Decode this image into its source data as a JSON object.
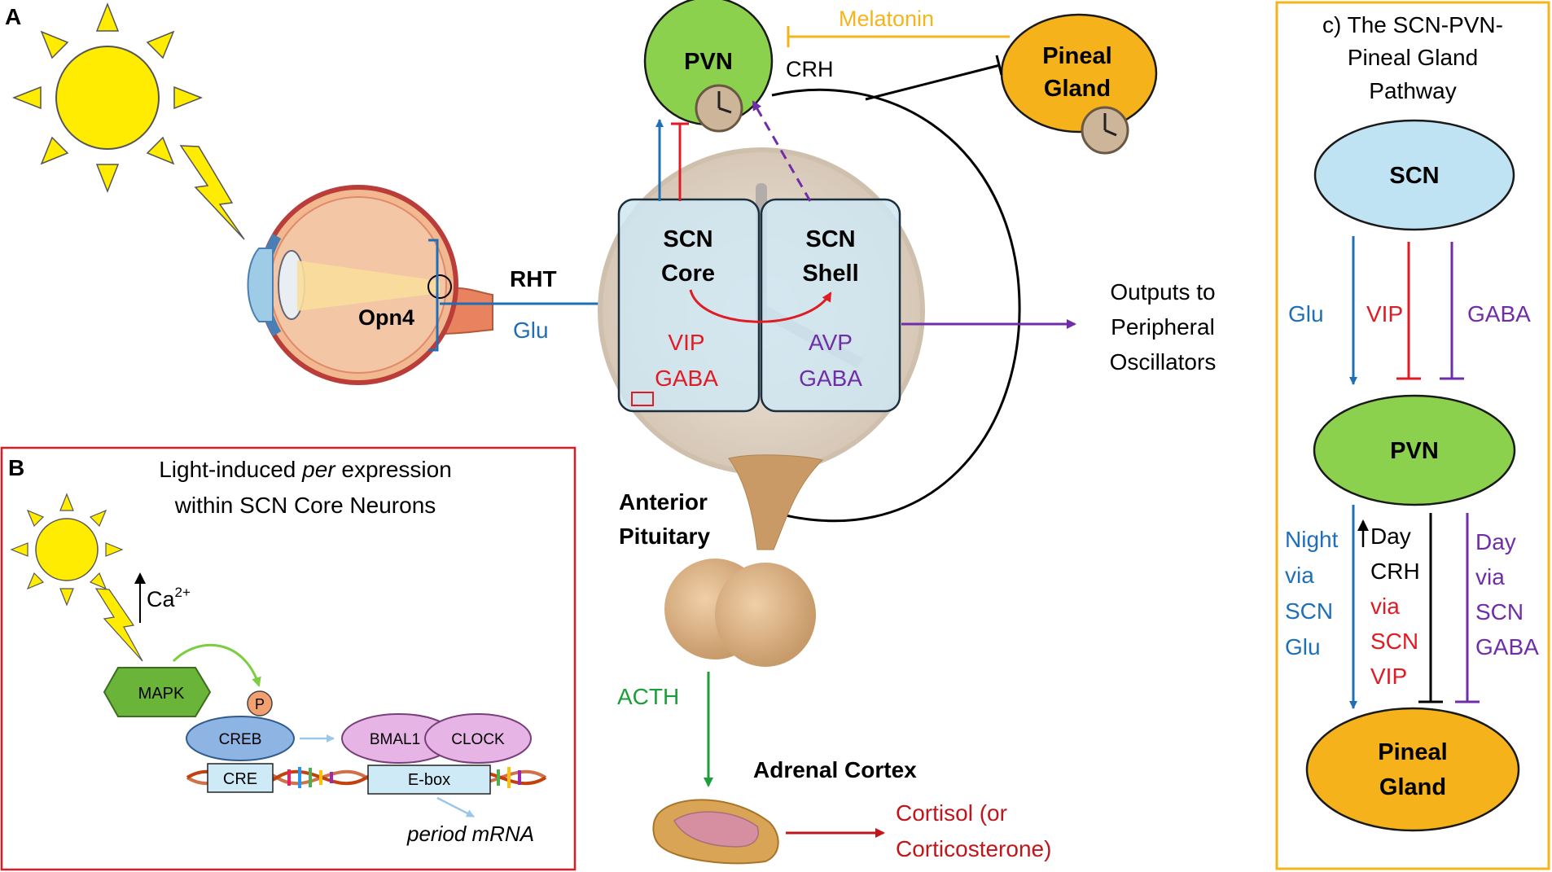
{
  "colors": {
    "blue": "#1f6fb6",
    "red": "#e01b24",
    "purple": "#6f2da8",
    "orange_line": "#f3b51b",
    "green_text": "#1e9e3a",
    "dark_red_text": "#c0151b",
    "pvn_fill": "#8bd14e",
    "pineal_fill": "#f6b21a",
    "scn_fill": "#bfe3f3",
    "sun_fill": "#ffec00",
    "panel_b_border": "#e01b24",
    "panel_c_border": "#f3b51b"
  },
  "panel_a": {
    "label": "A",
    "pvn": "PVN",
    "pineal_line1": "Pineal",
    "pineal_line2": "Gland",
    "melatonin": "Melatonin",
    "crh": "CRH",
    "scn_core_line1": "SCN",
    "scn_core_line2": "Core",
    "scn_shell_line1": "SCN",
    "scn_shell_line2": "Shell",
    "core_vip": "VIP",
    "core_gaba": "GABA",
    "shell_avp": "AVP",
    "shell_gaba": "GABA",
    "rht": "RHT",
    "glu": "Glu",
    "opn4": "Opn4",
    "outputs_line1": "Outputs to",
    "outputs_line2": "Peripheral",
    "outputs_line3": "Oscillators",
    "anterior_line1": "Anterior",
    "anterior_line2": "Pituitary",
    "acth": "ACTH",
    "adrenal": "Adrenal Cortex",
    "cortisol_line1": "Cortisol (or",
    "cortisol_line2": "Corticosterone)"
  },
  "panel_b": {
    "label": "B",
    "title_line1_pre": "Light-induced ",
    "title_line1_italic": "per",
    "title_line1_post": " expression",
    "title_line2": "within SCN Core Neurons",
    "ca_base": "Ca",
    "ca_sup": "2+",
    "mapk": "MAPK",
    "p": "P",
    "creb": "CREB",
    "bmal1": "BMAL1",
    "clock": "CLOCK",
    "cre": "CRE",
    "ebox": "E-box",
    "period_mrna": "period mRNA"
  },
  "panel_c": {
    "title_line1": "c) The SCN-PVN-",
    "title_line2": "Pineal Gland",
    "title_line3": "Pathway",
    "scn": "SCN",
    "pvn": "PVN",
    "pineal_line1": "Pineal",
    "pineal_line2": "Gland",
    "glu": "Glu",
    "vip": "VIP",
    "gaba": "GABA",
    "night": [
      "Night",
      "via",
      "SCN",
      "Glu"
    ],
    "day_crh": [
      "Day",
      "CRH"
    ],
    "via_vip": [
      "via",
      "SCN",
      "VIP"
    ],
    "day_gaba": [
      "Day",
      "via",
      "SCN",
      "GABA"
    ]
  }
}
